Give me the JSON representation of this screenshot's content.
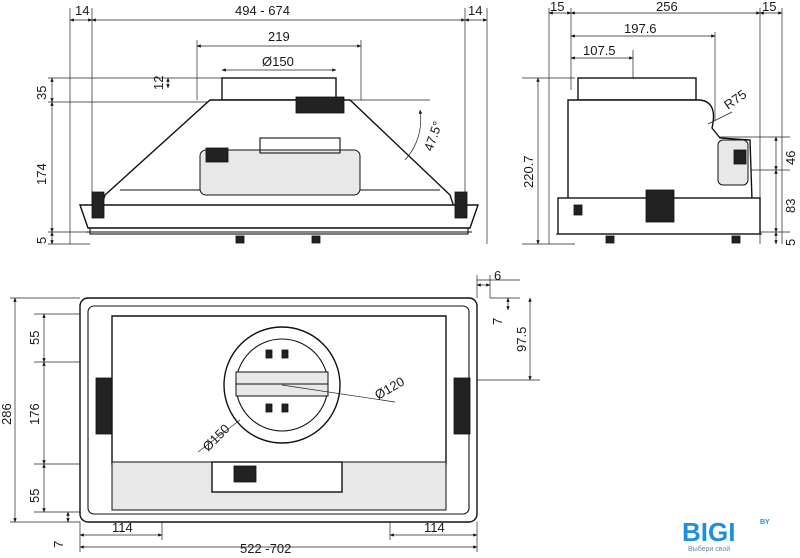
{
  "dimensions": {
    "front_view": {
      "side_left": "14",
      "width_range": "494  -  674",
      "side_right": "14",
      "duct_span": "219",
      "duct_diameter": "Ø150",
      "flange": "12",
      "top_height": "35",
      "body_height": "174",
      "bottom_height": "5",
      "angle": "47.5°"
    },
    "side_view": {
      "left_offset": "15",
      "depth": "256",
      "right_offset": "15",
      "depth_to_duct": "197.6",
      "duct_offset": "107.5",
      "radius": "R75",
      "total_height": "220.7",
      "upper_height": "46",
      "lower_height": "83",
      "bottom_height": "5"
    },
    "top_view": {
      "margin_right": "6",
      "top_small": "7",
      "inner_depth": "97.5",
      "total_depth": "286",
      "front_margin": "55",
      "middle_depth": "176",
      "back_margin": "55",
      "corner_small": "7",
      "offset_left": "114",
      "offset_right": "114",
      "width_range": "522  -702",
      "diameter_outer": "Ø150",
      "diameter_inner": "Ø120"
    }
  },
  "logo": {
    "text": "BIGI",
    "tld": "BY",
    "tagline": "Выбери свой",
    "color": "#1d8fe1"
  },
  "colors": {
    "line": "#111111",
    "panel": "#e8e8e8",
    "background": "#ffffff"
  }
}
